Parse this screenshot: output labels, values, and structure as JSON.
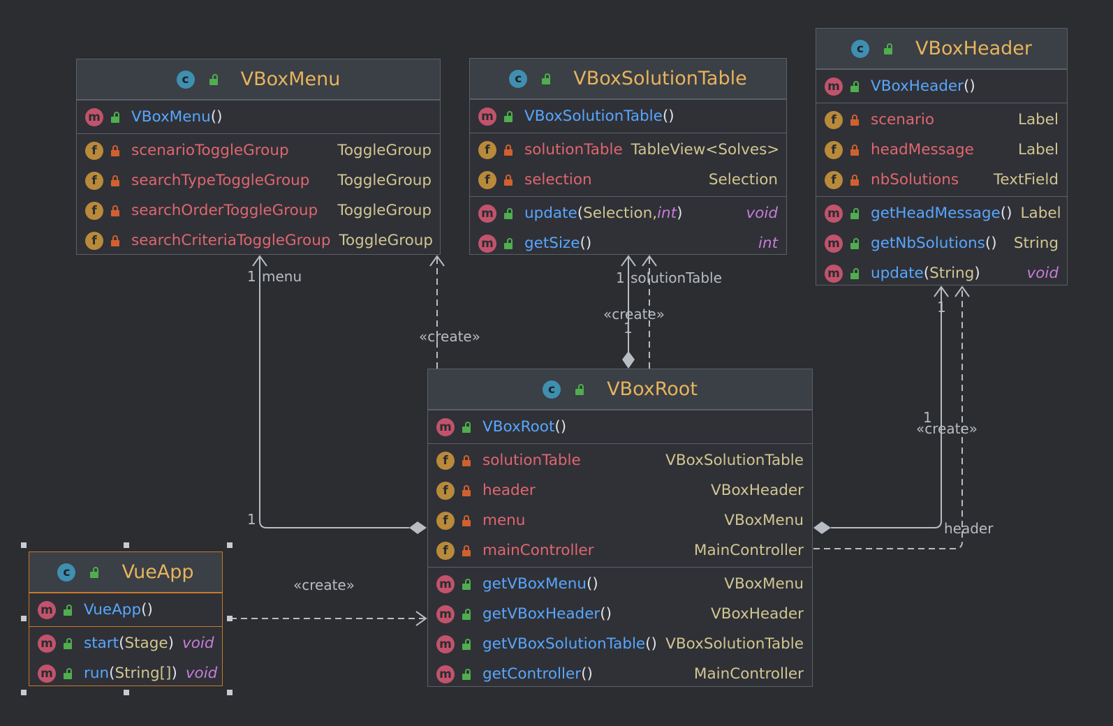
{
  "classes": {
    "vboxmenu": {
      "name": "VBoxMenu",
      "constructor": {
        "name": "VBoxMenu",
        "params": "()"
      },
      "fields": [
        {
          "name": "scenarioToggleGroup",
          "type": "ToggleGroup"
        },
        {
          "name": "searchTypeToggleGroup",
          "type": "ToggleGroup"
        },
        {
          "name": "searchOrderToggleGroup",
          "type": "ToggleGroup"
        },
        {
          "name": "searchCriteriaToggleGroup",
          "type": "ToggleGroup"
        }
      ]
    },
    "vboxsolutiontable": {
      "name": "VBoxSolutionTable",
      "constructor": {
        "name": "VBoxSolutionTable",
        "params": "()"
      },
      "fields": [
        {
          "name": "solutionTable",
          "type": "TableView<Solves>"
        },
        {
          "name": "selection",
          "type": "Selection"
        }
      ],
      "methods": [
        {
          "name": "update",
          "p_open": "(",
          "p_type": "Selection, ",
          "p_kw": "int",
          "p_close": ")",
          "type": "void"
        },
        {
          "name": "getSize",
          "params": "()",
          "type": "int"
        }
      ]
    },
    "vboxheader": {
      "name": "VBoxHeader",
      "constructor": {
        "name": "VBoxHeader",
        "params": "()"
      },
      "fields": [
        {
          "name": "scenario",
          "type": "Label"
        },
        {
          "name": "headMessage",
          "type": "Label"
        },
        {
          "name": "nbSolutions",
          "type": "TextField"
        }
      ],
      "methods": [
        {
          "name": "getHeadMessage",
          "params": "()",
          "type": "Label"
        },
        {
          "name": "getNbSolutions",
          "params": "()",
          "type": "String"
        },
        {
          "name": "update",
          "p_open": "(",
          "p_type": "String",
          "p_close": ")",
          "type": "void"
        }
      ]
    },
    "vboxroot": {
      "name": "VBoxRoot",
      "constructor": {
        "name": "VBoxRoot",
        "params": "()"
      },
      "fields": [
        {
          "name": "solutionTable",
          "type": "VBoxSolutionTable"
        },
        {
          "name": "header",
          "type": "VBoxHeader"
        },
        {
          "name": "menu",
          "type": "VBoxMenu"
        },
        {
          "name": "mainController",
          "type": "MainController"
        }
      ],
      "methods": [
        {
          "name": "getVBoxMenu",
          "params": "()",
          "type": "VBoxMenu"
        },
        {
          "name": "getVBoxHeader",
          "params": "()",
          "type": "VBoxHeader"
        },
        {
          "name": "getVBoxSolutionTable",
          "params": "()",
          "type": "VBoxSolutionTable"
        },
        {
          "name": "getController",
          "params": "()",
          "type": "MainController"
        }
      ]
    },
    "vueapp": {
      "name": "VueApp",
      "constructor": {
        "name": "VueApp",
        "params": "()"
      },
      "methods": [
        {
          "name": "start",
          "p_open": "(",
          "p_type": "Stage",
          "p_close": ")",
          "type": "void"
        },
        {
          "name": "run",
          "p_open": "(",
          "p_type": "String[]",
          "p_close": ")",
          "type": "void"
        }
      ]
    }
  },
  "edges": {
    "menu": {
      "role": "menu",
      "mult_target": "1",
      "mult_source": "1"
    },
    "create_menu": {
      "label": "«create»"
    },
    "solution": {
      "role": "solutionTable",
      "mult_target": "1",
      "mult_source": "1"
    },
    "create_solution": {
      "label": "«create»"
    },
    "header": {
      "role": "header",
      "mult_target": "1",
      "mult_source": "1"
    },
    "create_header": {
      "label": "«create»"
    },
    "create_root": {
      "label": "«create»"
    }
  },
  "badges": {
    "class": "c",
    "method": "m",
    "field": "f"
  },
  "colors": {
    "background": "#2b2d30",
    "class_name": "#e7b45c",
    "method_name": "#58a6ff",
    "field_name": "#e0666e",
    "type": "#d3c590",
    "keyword": "#c77dd7",
    "selection": "#c9792a"
  }
}
